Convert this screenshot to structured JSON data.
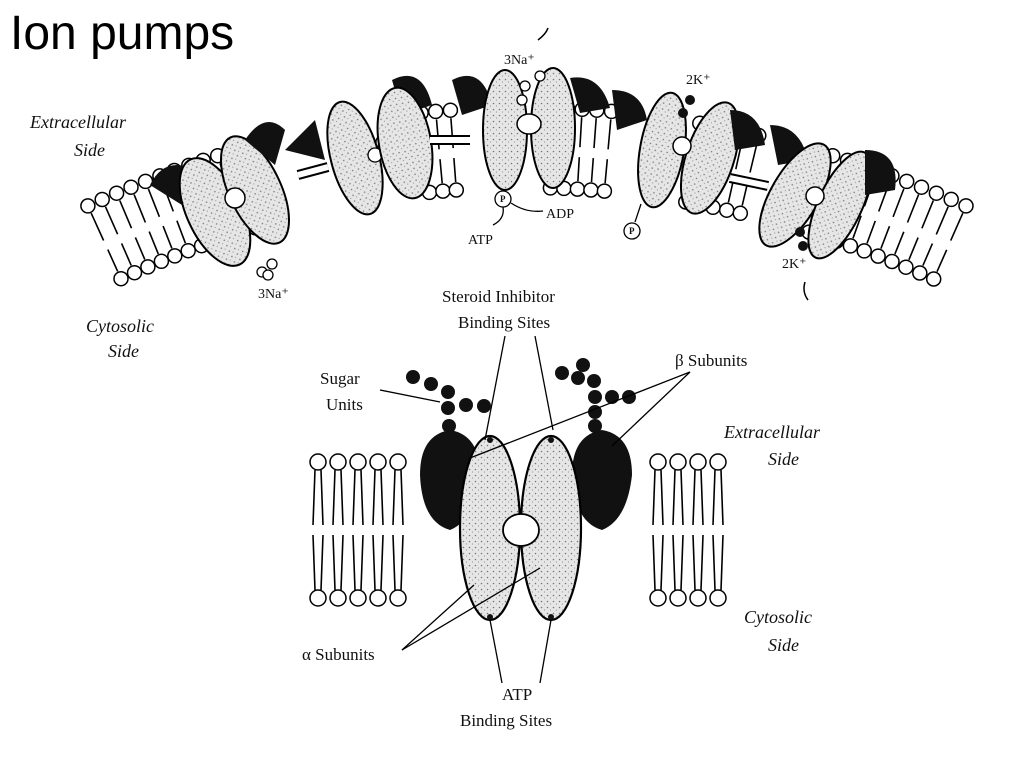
{
  "slide": {
    "title": "Ion pumps"
  },
  "diagram": {
    "top": {
      "extracellular": [
        "Extracellular",
        "Side"
      ],
      "cytosolic": [
        "Cytosolic",
        "Side"
      ],
      "na_in": "3Na⁺",
      "na_out": "3Na⁺",
      "k_out": "2K⁺",
      "k_in": "2K⁺",
      "adp": "ADP",
      "atp": "ATP",
      "phosphate": "P"
    },
    "bottom": {
      "steroid": [
        "Steroid Inhibitor",
        "Binding Sites"
      ],
      "beta": "β Subunits",
      "sugar": [
        "Sugar",
        "Units"
      ],
      "extracellular": [
        "Extracellular",
        "Side"
      ],
      "cytosolic": [
        "Cytosolic",
        "Side"
      ],
      "alpha": "α Subunits",
      "atp_sites": [
        "ATP",
        "Binding Sites"
      ]
    }
  }
}
